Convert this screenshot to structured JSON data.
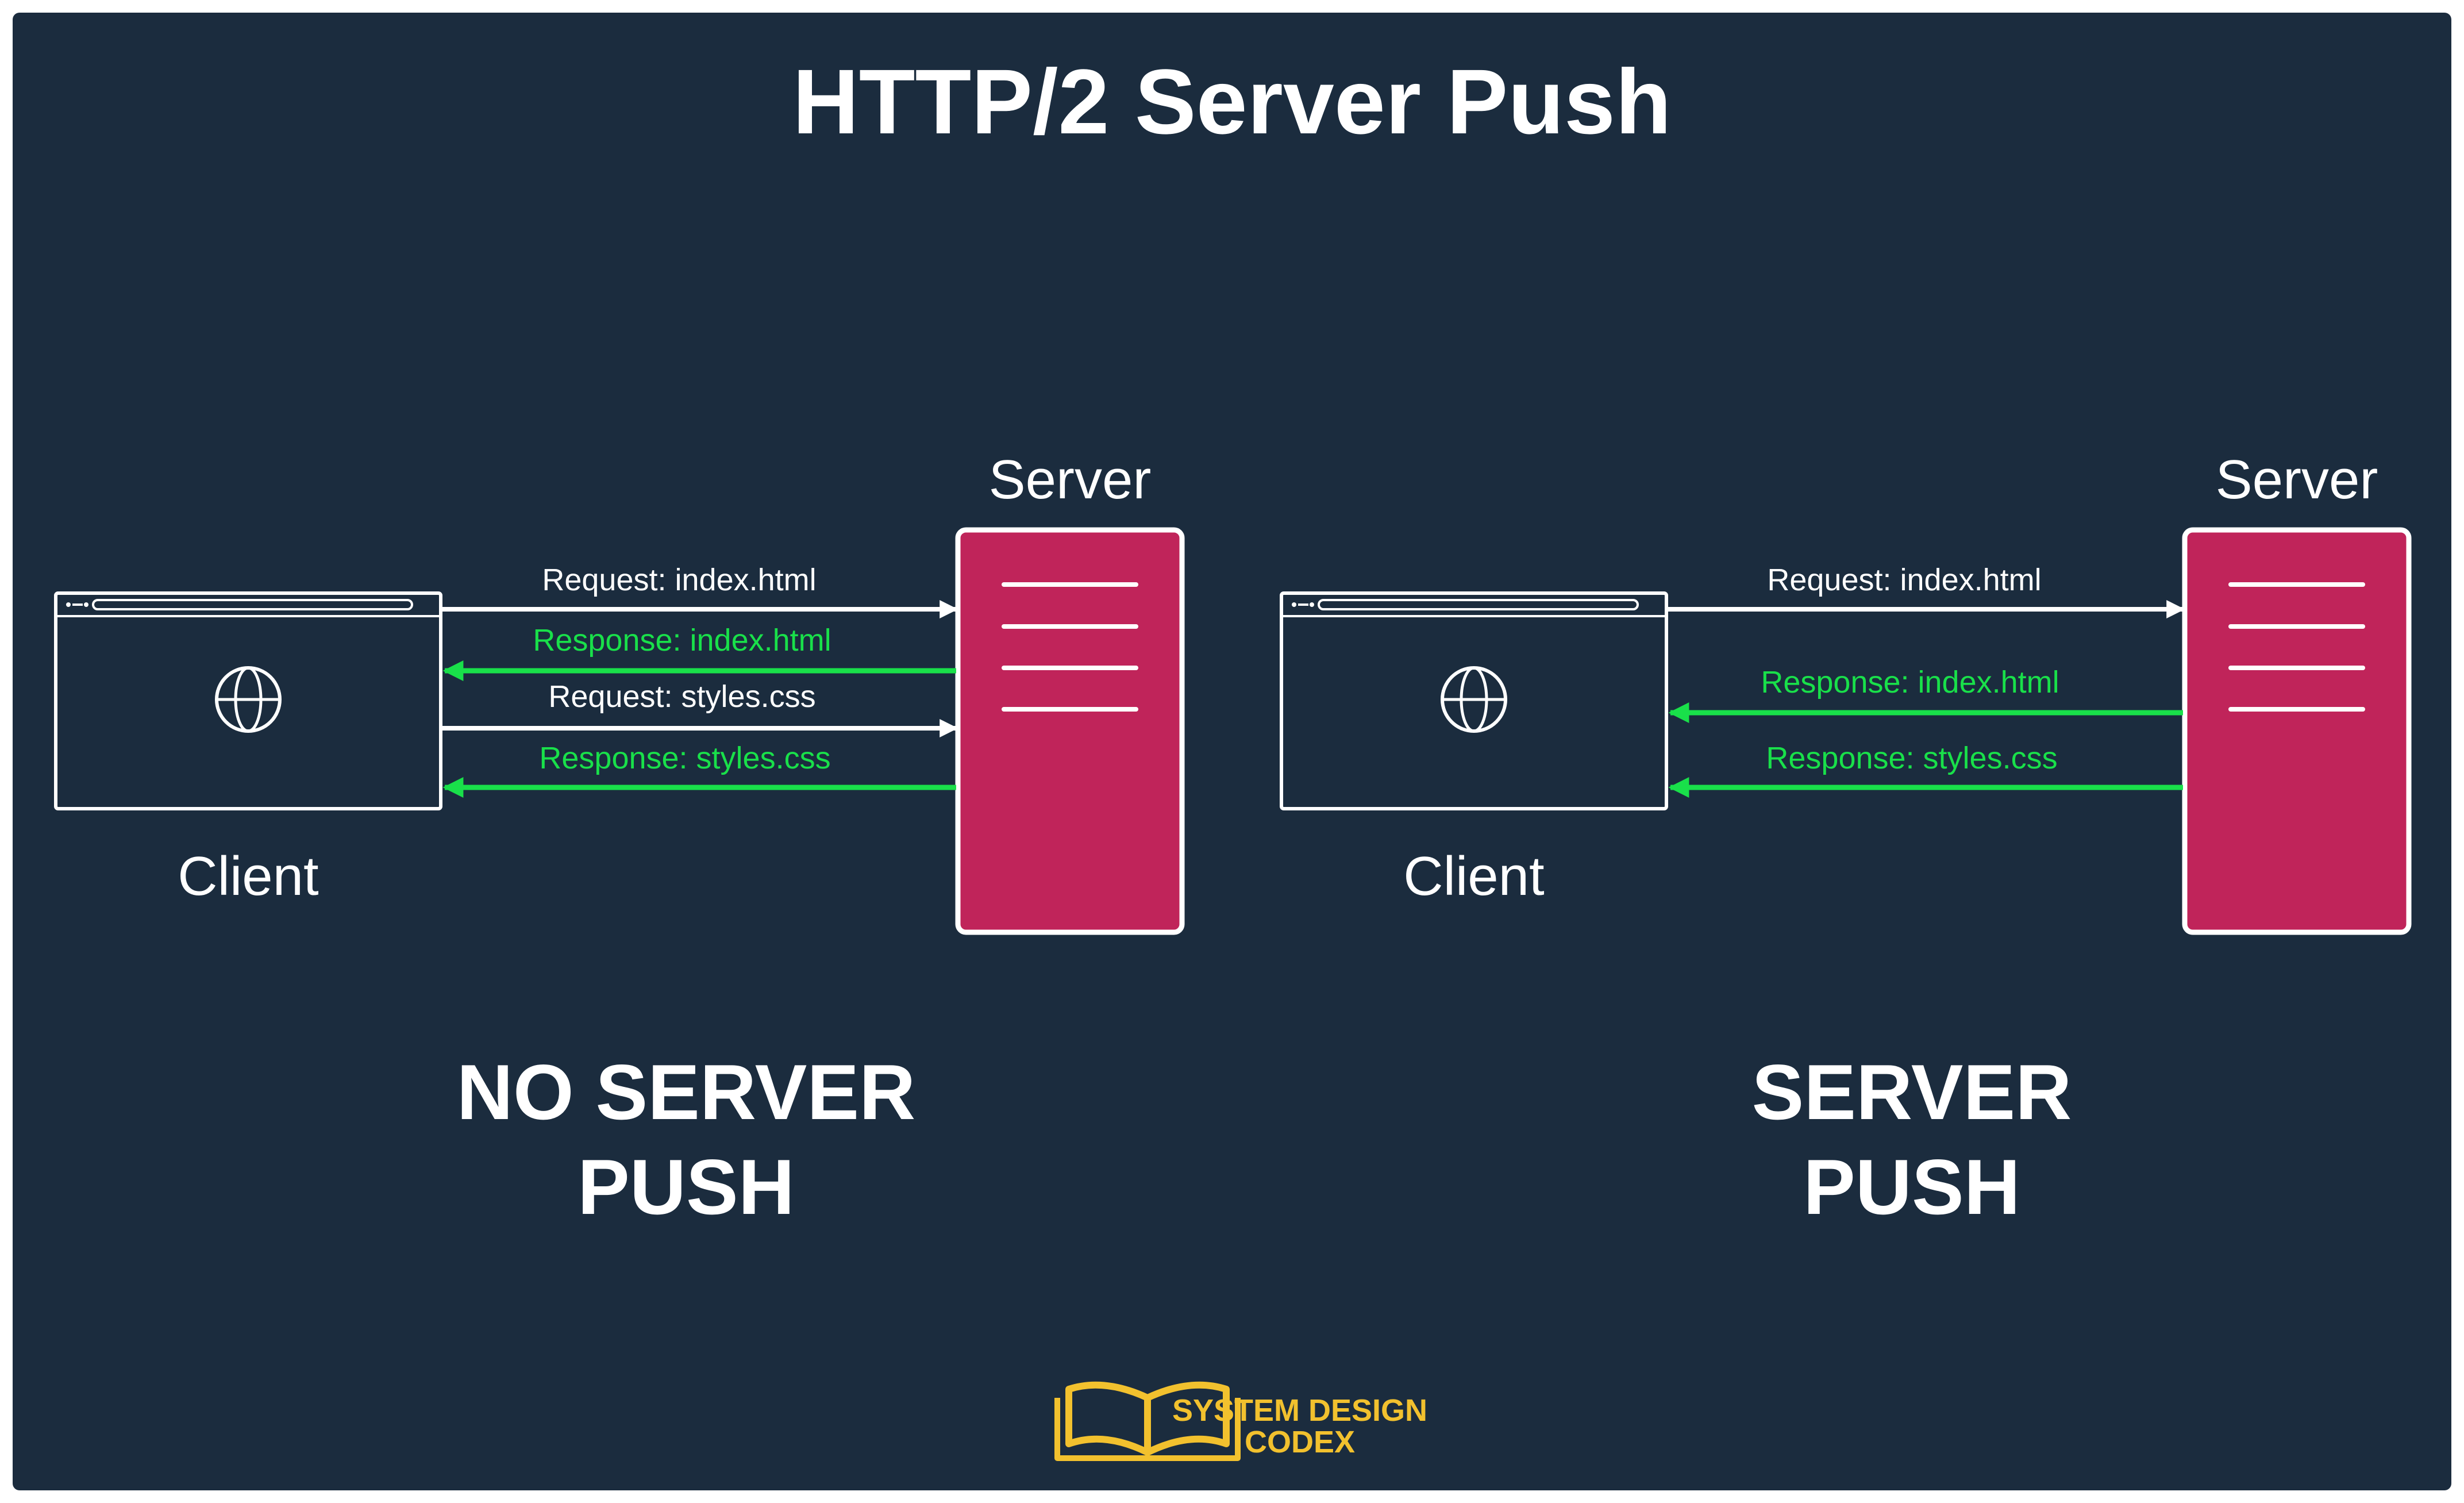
{
  "title": "HTTP/2 Server Push",
  "colors": {
    "background": "#1b2c3e",
    "server_fill": "#c0245a",
    "response_arrow": "#19e04a",
    "request_arrow": "#ffffff",
    "logo": "#f2c12e"
  },
  "panels": [
    {
      "client_label": "Client",
      "client_icon": "globe-icon",
      "server_label": "Server",
      "server_icon": "server-rack-icon",
      "caption_line1": "NO SERVER",
      "caption_line2": "PUSH",
      "messages": [
        {
          "label": "Request: index.html",
          "direction": "client-to-server",
          "kind": "request"
        },
        {
          "label": "Response: index.html",
          "direction": "server-to-client",
          "kind": "response"
        },
        {
          "label": "Request: styles.css",
          "direction": "client-to-server",
          "kind": "request"
        },
        {
          "label": "Response: styles.css",
          "direction": "server-to-client",
          "kind": "response"
        }
      ]
    },
    {
      "client_label": "Client",
      "client_icon": "globe-icon",
      "server_label": "Server",
      "server_icon": "server-rack-icon",
      "caption_line1": "SERVER",
      "caption_line2": "PUSH",
      "messages": [
        {
          "label": "Request: index.html",
          "direction": "client-to-server",
          "kind": "request"
        },
        {
          "label": "Response: index.html",
          "direction": "server-to-client",
          "kind": "response"
        },
        {
          "label": "Response: styles.css",
          "direction": "server-to-client",
          "kind": "response"
        }
      ]
    }
  ],
  "logo": {
    "line1": "SYSTEM DESIGN",
    "line2": "CODEX",
    "icon": "open-book-icon"
  }
}
